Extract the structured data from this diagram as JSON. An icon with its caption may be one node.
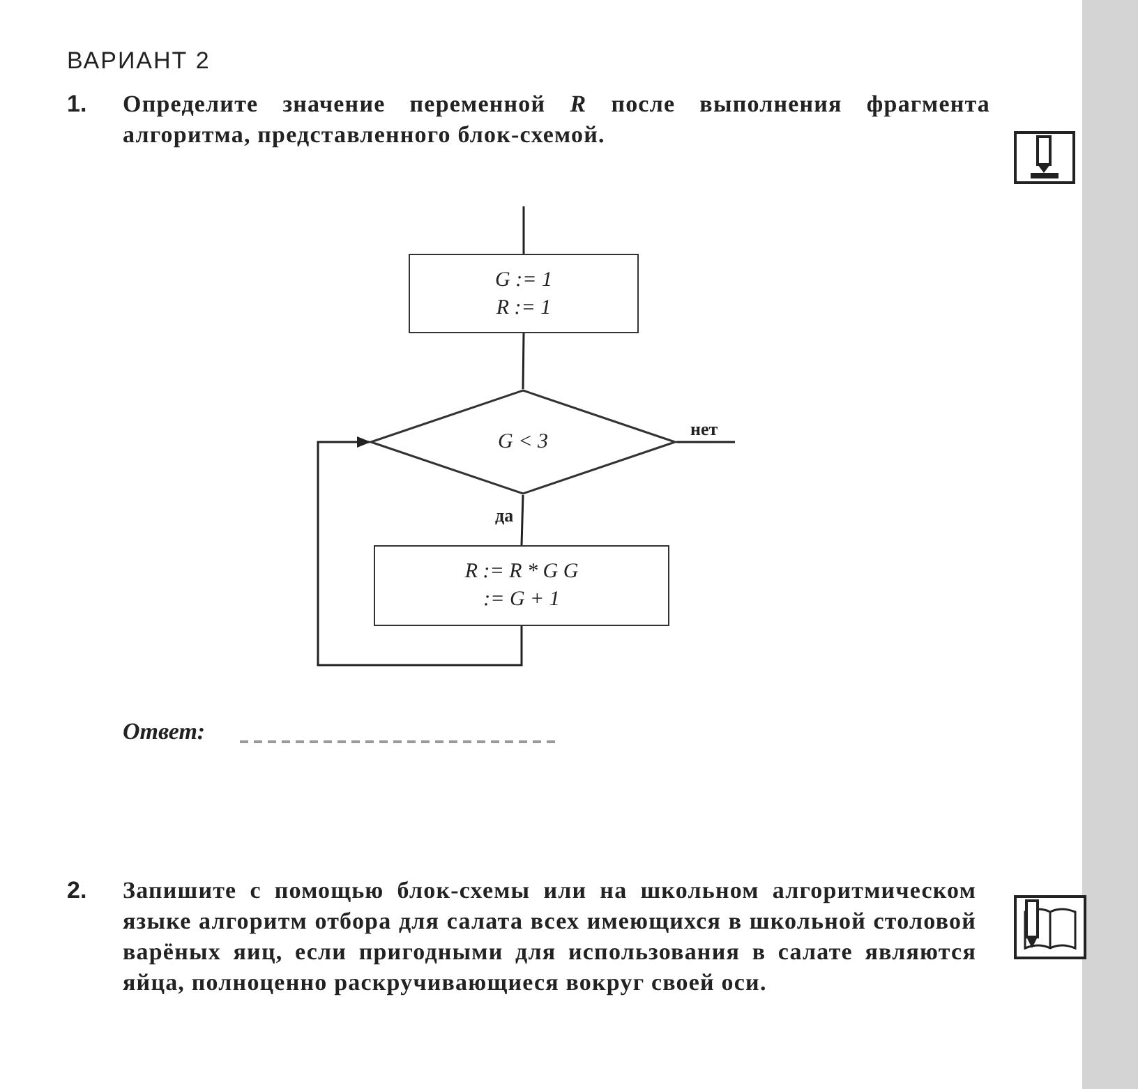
{
  "diagram": {
    "title": "ВАРИАНТ 2",
    "nodes": [
      {
        "text": [
          "G := 1 R := 1"
        ]
      },
      {
        "text": [
          "G < 3"
        ]
      },
      {
        "text": [
          "R := R * G G := G + 1"
        ]
      }
    ],
    "edges": [
      {
        "from": null,
        "to": 0,
        "arrow": "none"
      },
      {
        "from": 0,
        "to": 1,
        "arrow": "none"
      },
      {
        "from": 1,
        "to": 2,
        "arrow": "none",
        "label": "да"
      },
      {
        "from": 2,
        "to": 1,
        "arrow": "to"
      },
      {
        "from": 1,
        "to": null,
        "arrow": "none",
        "label": "нет"
      }
    ],
    "labels": [
      "1.",
      "Определите значение переменной *R* после выполнения фрагмента алгоритма, представленного блок-схемой.",
      "Ответ:",
      "2.",
      "Запишите с помощью блок-схемы или на школьном алгоритмическом языке алгоритм отбора для салата всех имеющихся в школьной столовой варёных яиц, если пригодными для использования в салате являются яйца, полноценно раскручивающиеся вокруг своей оси."
    ]
  }
}
